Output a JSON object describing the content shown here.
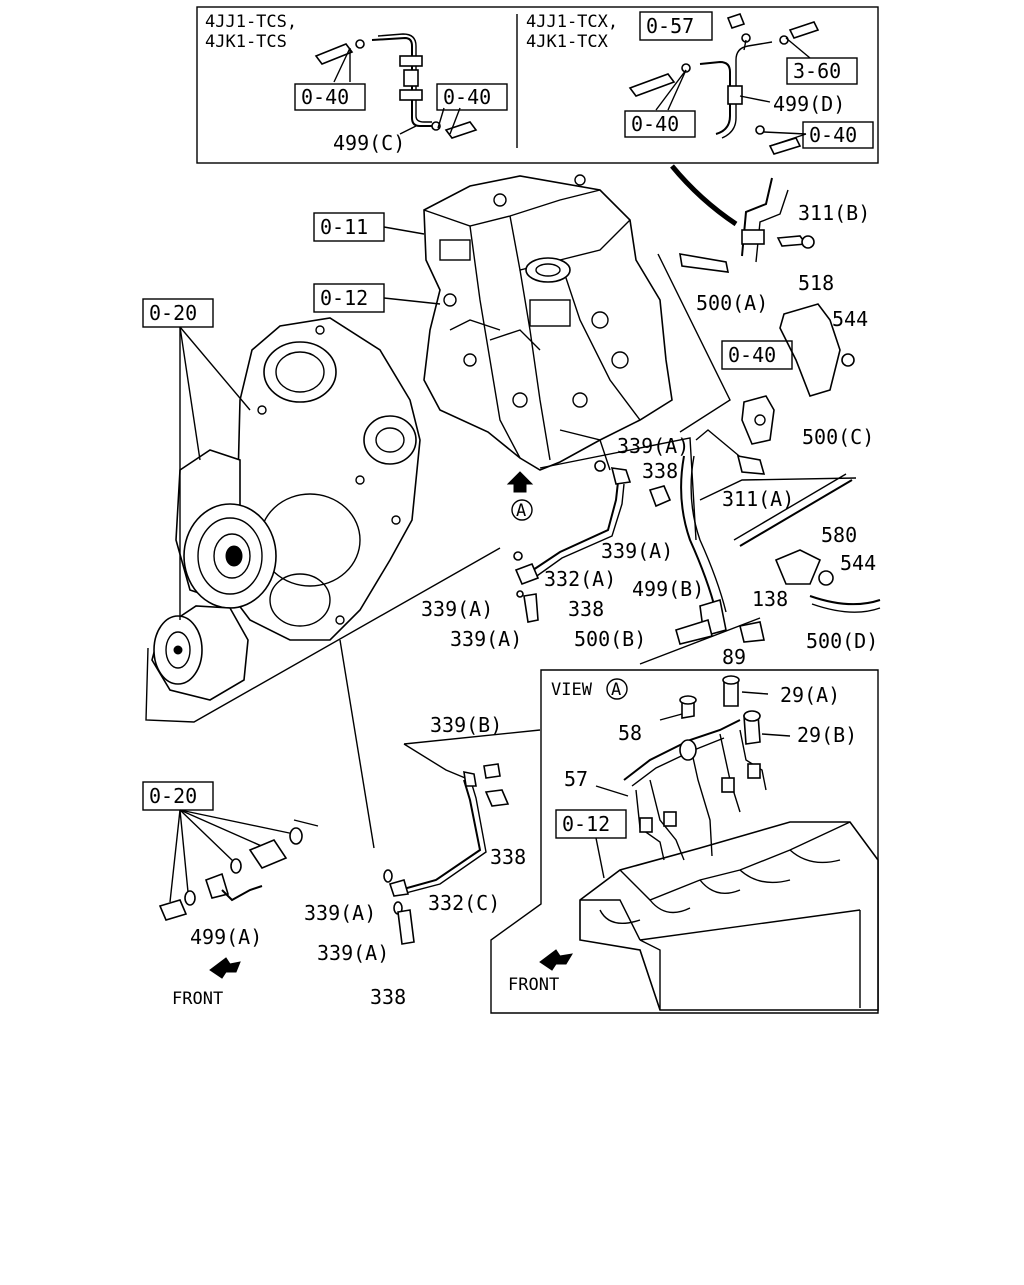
{
  "inset": {
    "left_variant": [
      "4JJ1-TCS,",
      "4JK1-TCS"
    ],
    "right_variant": [
      "4JJ1-TCX,",
      "4JK1-TCX"
    ],
    "refs": [
      "0-40",
      "0-40",
      "0-57",
      "3-60",
      "0-40",
      "0-40"
    ],
    "labels": [
      "499(C)",
      "499(D)"
    ]
  },
  "main": {
    "refs": [
      "0-11",
      "0-12",
      "0-20",
      "0-40",
      "0-20"
    ],
    "labels": [
      "311(B)",
      "518",
      "544",
      "500(A)",
      "500(C)",
      "339(A)",
      "338",
      "311(A)",
      "339(A)",
      "499(B)",
      "580",
      "544",
      "138",
      "332(A)",
      "339(A)",
      "338",
      "339(A)",
      "500(B)",
      "89",
      "500(D)",
      "339(B)",
      "338",
      "332(C)",
      "339(A)",
      "339(A)",
      "338",
      "499(A)"
    ],
    "view_marker": "A",
    "front_left": "FRONT"
  },
  "view": {
    "title": "VIEW",
    "marker": "A",
    "ref": "0-12",
    "labels": [
      "29(A)",
      "58",
      "29(B)",
      "57"
    ],
    "front": "FRONT"
  }
}
